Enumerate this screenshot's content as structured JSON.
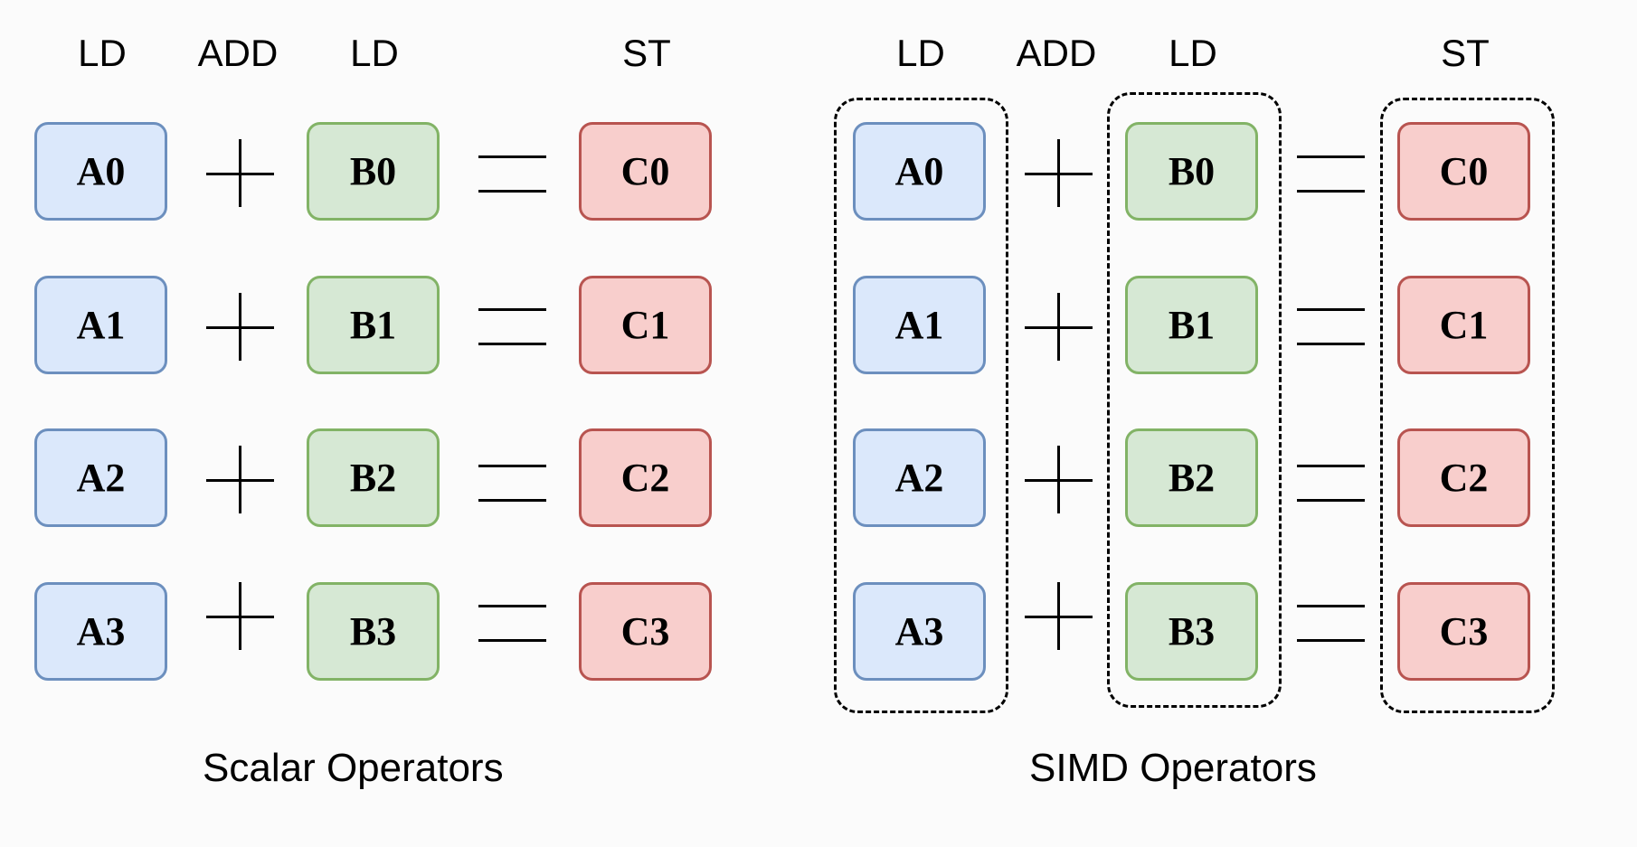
{
  "scalar": {
    "headers": [
      "LD",
      "ADD",
      "LD",
      "ST"
    ],
    "a": [
      "A0",
      "A1",
      "A2",
      "A3"
    ],
    "b": [
      "B0",
      "B1",
      "B2",
      "B3"
    ],
    "c": [
      "C0",
      "C1",
      "C2",
      "C3"
    ],
    "caption": "Scalar Operators"
  },
  "simd": {
    "headers": [
      "LD",
      "ADD",
      "LD",
      "ST"
    ],
    "a": [
      "A0",
      "A1",
      "A2",
      "A3"
    ],
    "b": [
      "B0",
      "B1",
      "B2",
      "B3"
    ],
    "c": [
      "C0",
      "C1",
      "C2",
      "C3"
    ],
    "caption": "SIMD Operators"
  },
  "colors": {
    "a_fill": "#dbe8fb",
    "a_stroke": "#6c8fbe",
    "b_fill": "#d6e8d4",
    "b_stroke": "#82b366",
    "c_fill": "#f8cecc",
    "c_stroke": "#b85450"
  }
}
